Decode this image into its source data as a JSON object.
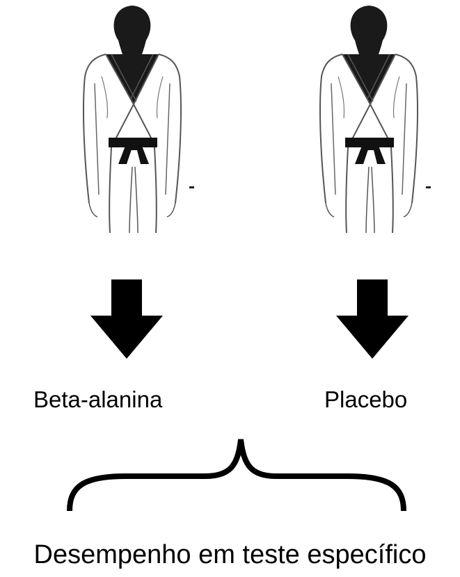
{
  "groups": [
    {
      "label": "Beta-alanina",
      "icon": "judo-athlete-icon"
    },
    {
      "label": "Placebo",
      "icon": "judo-athlete-icon"
    }
  ],
  "outcome_label": "Desempenho em teste específico",
  "colors": {
    "ink": "#000000",
    "background": "#ffffff"
  }
}
